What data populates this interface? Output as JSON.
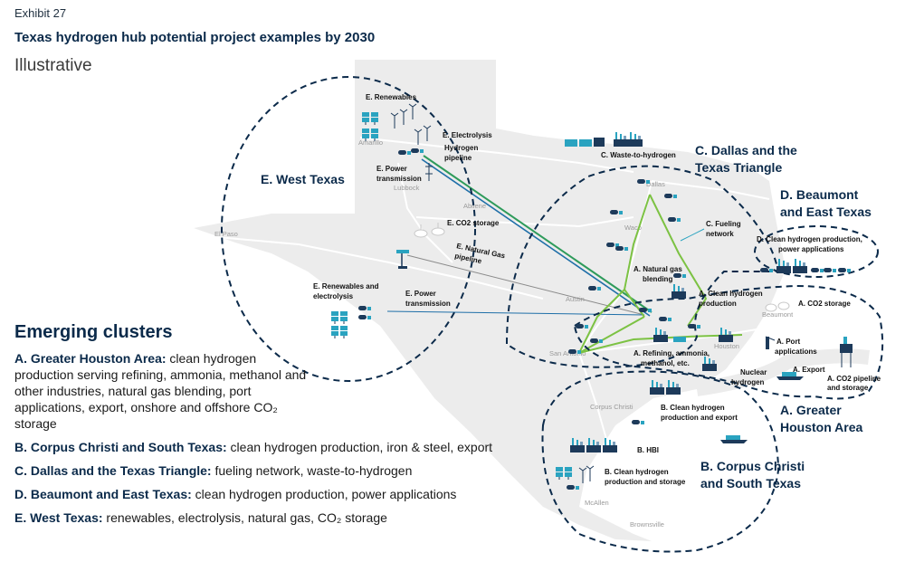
{
  "header": {
    "exhibit": "Exhibit 27",
    "title": "Texas hydrogen hub potential project examples by 2030",
    "subtitle": "Illustrative"
  },
  "map": {
    "cities": [
      "Amarillo",
      "Lubbock",
      "Abilene",
      "El Paso",
      "Dallas",
      "Waco",
      "Austin",
      "San Antonio",
      "Houston",
      "Beaumont",
      "Corpus Christi",
      "McAllen",
      "Brownsville"
    ],
    "cluster_labels": {
      "west": "E. West Texas",
      "dallas": [
        "C. Dallas and the",
        "Texas Triangle"
      ],
      "beaumont": [
        "D. Beaumont",
        "and East Texas"
      ],
      "houston": [
        "A. Greater",
        "Houston Area"
      ],
      "corpus": [
        "B. Corpus Christi",
        "and South Texas"
      ]
    },
    "project_labels": {
      "e_renewables": "E. Renewables",
      "e_electrolysis": "E. Electrolysis",
      "h2_pipeline": [
        "Hydrogen",
        "pipeline"
      ],
      "e_power_transmission_1": [
        "E. Power",
        "transmission"
      ],
      "e_co2_storage": "E. CO2 storage",
      "e_natural_gas_pipeline": [
        "E. Natural Gas",
        "pipeline"
      ],
      "e_renewables_electrolysis": [
        "E. Renewables and",
        "electrolysis"
      ],
      "e_power_transmission_2": [
        "E. Power",
        "transmission"
      ],
      "c_waste_to_hydrogen": "C. Waste-to-hydrogen",
      "c_fueling_network": [
        "C. Fueling",
        "network"
      ],
      "a_natural_gas_blending": [
        "A. Natural gas",
        "blending"
      ],
      "a_clean_hydrogen_production": [
        "A. Clean hydrogen",
        "production"
      ],
      "a_refining": [
        "A. Refining, ammonia,",
        "methanol, etc."
      ],
      "nuclear_hydrogen": [
        "Nuclear",
        "hydrogen"
      ],
      "a_co2_storage": "A. CO2 storage",
      "a_port_applications": [
        "A. Port",
        "applications"
      ],
      "a_export": "A. Export",
      "a_co2_pipeline_storage": [
        "A. CO2 pipeline",
        "and storage"
      ],
      "d_clean_hydrogen_power": [
        "D. Clean hydrogen production,",
        "power applications"
      ],
      "b_clean_hydrogen_export": [
        "B. Clean hydrogen",
        "production and export"
      ],
      "b_hbi": "B. HBI",
      "b_clean_hydrogen_storage": [
        "B. Clean hydrogen",
        "production and storage"
      ]
    },
    "colors": {
      "land": "#ececec",
      "roads": "#ffffff",
      "hydrogen_pipeline": "#2e9b5b",
      "power_transmission": "#1f6fa8",
      "natural_gas_pipeline": "#8a8a8a",
      "cluster_outline": "#0b2a4a",
      "fueling_network": "#7cc243",
      "icon_teal": "#2aa3c0",
      "icon_navy": "#1d3a5a"
    }
  },
  "legend": {
    "heading": "Emerging clusters",
    "items": [
      {
        "label": "A. Greater Houston Area:",
        "text": " clean hydrogen production serving refining, ammonia, methanol and other industries, natural gas blending, port  applications, export, onshore and offshore CO₂ storage"
      },
      {
        "label": "B. Corpus Christi and South Texas:",
        "text": " clean hydrogen production, iron & steel, export"
      },
      {
        "label": "C. Dallas and the Texas Triangle:",
        "text": " fueling network, waste-to-hydrogen"
      },
      {
        "label": "D. Beaumont and East Texas:",
        "text": " clean hydrogen production, power applications"
      },
      {
        "label": "E. West Texas:",
        "text": " renewables, electrolysis, natural gas, CO₂ storage"
      }
    ]
  }
}
